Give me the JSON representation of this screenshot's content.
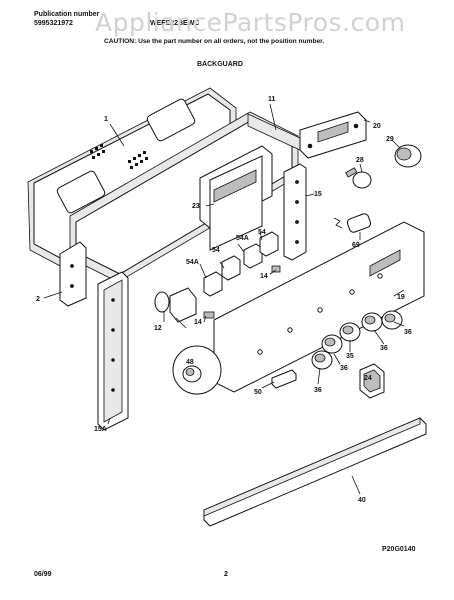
{
  "header": {
    "publication_label": "Publication number",
    "publication_number": "5995321972",
    "model": "WEFS22BEWC",
    "caution": "CAUTION:  Use the part number on all orders, not the position number.",
    "section_title": "BACKGUARD",
    "watermark": "AppliancePartsPros.com"
  },
  "footer": {
    "date": "06/99",
    "page": "2",
    "figure_id": "P20G0140"
  },
  "callouts": {
    "c1": "1",
    "c11": "11",
    "c20": "20",
    "c29": "29",
    "c28": "28",
    "c15": "15",
    "c23": "23",
    "c54a_1": "54A",
    "c54_1": "54",
    "c54_2": "54",
    "c54a_2": "54A",
    "c14_1": "14",
    "c69": "69",
    "c2": "2",
    "c19": "19",
    "c12": "12",
    "c14_2": "14",
    "c36_1": "36",
    "c36_2": "36",
    "c48": "48",
    "c35": "35",
    "c36_3": "36",
    "c24": "24",
    "c36_4": "36",
    "c50": "50",
    "c15a": "15A",
    "c40": "40"
  }
}
